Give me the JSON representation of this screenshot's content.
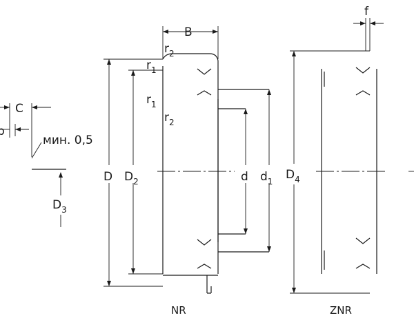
{
  "labels": {
    "C": "C",
    "p": "p",
    "min": "мин. 0,5",
    "D3_main": "D",
    "D3_sub": "3",
    "B": "B",
    "f": "f",
    "r2_top_main": "r",
    "r2_top_sub": "2",
    "r1_top_main": "r",
    "r1_top_sub": "1",
    "r1_mid_main": "r",
    "r1_mid_sub": "1",
    "r2_mid_main": "r",
    "r2_mid_sub": "2",
    "D": "D",
    "D2_main": "D",
    "D2_sub": "2",
    "d": "d",
    "d1_main": "d",
    "d1_sub": "1",
    "D4_main": "D",
    "D4_sub": "4",
    "nr": "NR",
    "znr": "ZNR"
  }
}
